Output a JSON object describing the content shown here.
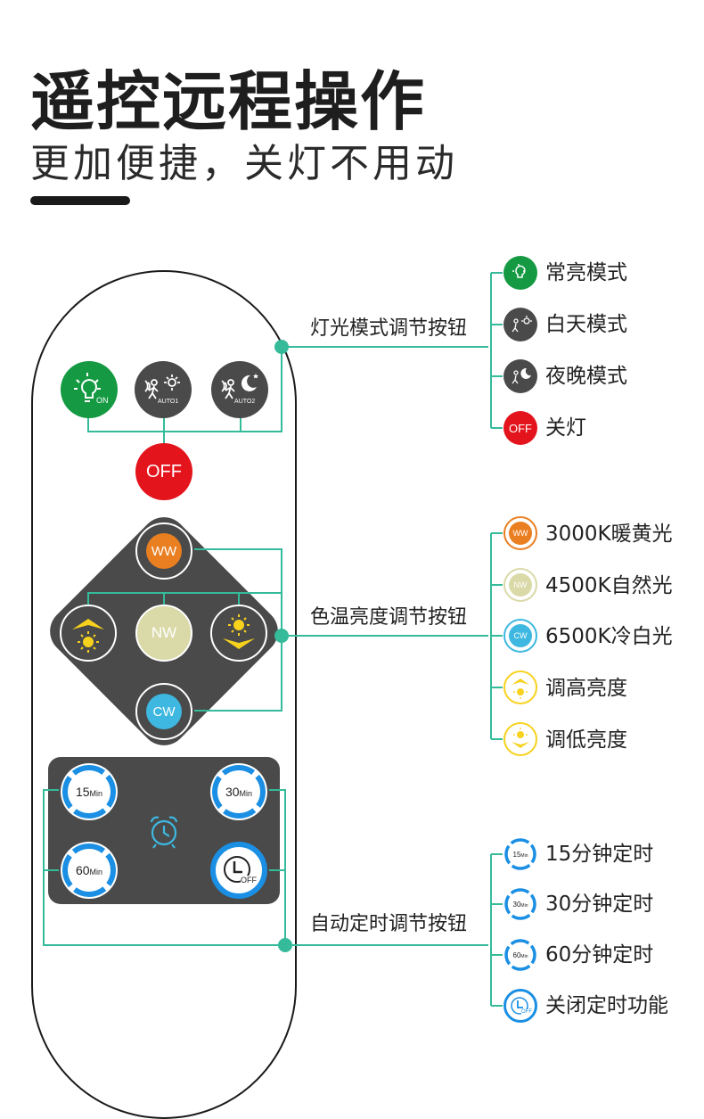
{
  "header": {
    "title": "遥控远程操作",
    "subtitle": "更加便捷，关灯不用动"
  },
  "remote": {
    "mode_buttons": {
      "on_text": "ON",
      "auto1_text": "AUTO1",
      "auto2_text": "AUTO2",
      "off_text": "OFF"
    },
    "color_buttons": {
      "ww_text": "WW",
      "nw_text": "NW",
      "cw_text": "CW"
    },
    "timer_buttons": {
      "t15_num": "15",
      "t30_num": "30",
      "t60_num": "60",
      "min_unit": "Min",
      "off_text": "OFF"
    }
  },
  "callouts": {
    "mode": {
      "label": "灯光模式调节按钮",
      "items": [
        "常亮模式",
        "白天模式",
        "夜晚模式",
        "关灯"
      ]
    },
    "color": {
      "label": "色温亮度调节按钮",
      "items": [
        "3000K暖黄光",
        "4500K自然光",
        "6500K冷白光",
        "调高亮度",
        "调低亮度"
      ]
    },
    "timer": {
      "label": "自动定时调节按钮",
      "items": [
        "15分钟定时",
        "30分钟定时",
        "60分钟定时",
        "关闭定时功能"
      ]
    }
  },
  "colors": {
    "green": "#159a43",
    "gray_dark": "#4a4a4a",
    "red": "#e3141c",
    "orange": "#ea7f21",
    "beige": "#dad9a8",
    "cyan": "#3eb8e0",
    "yellow": "#f7d21d",
    "blue": "#1a8fe3",
    "teal_line": "#35bb9a"
  },
  "icons": {
    "on": "bulb-icon",
    "auto1": "motion-sun-icon",
    "auto2": "motion-moon-icon",
    "bright_up": "sun-up-icon",
    "bright_down": "sun-down-icon",
    "alarm": "alarm-clock-icon",
    "timer_off": "clock-off-icon"
  }
}
